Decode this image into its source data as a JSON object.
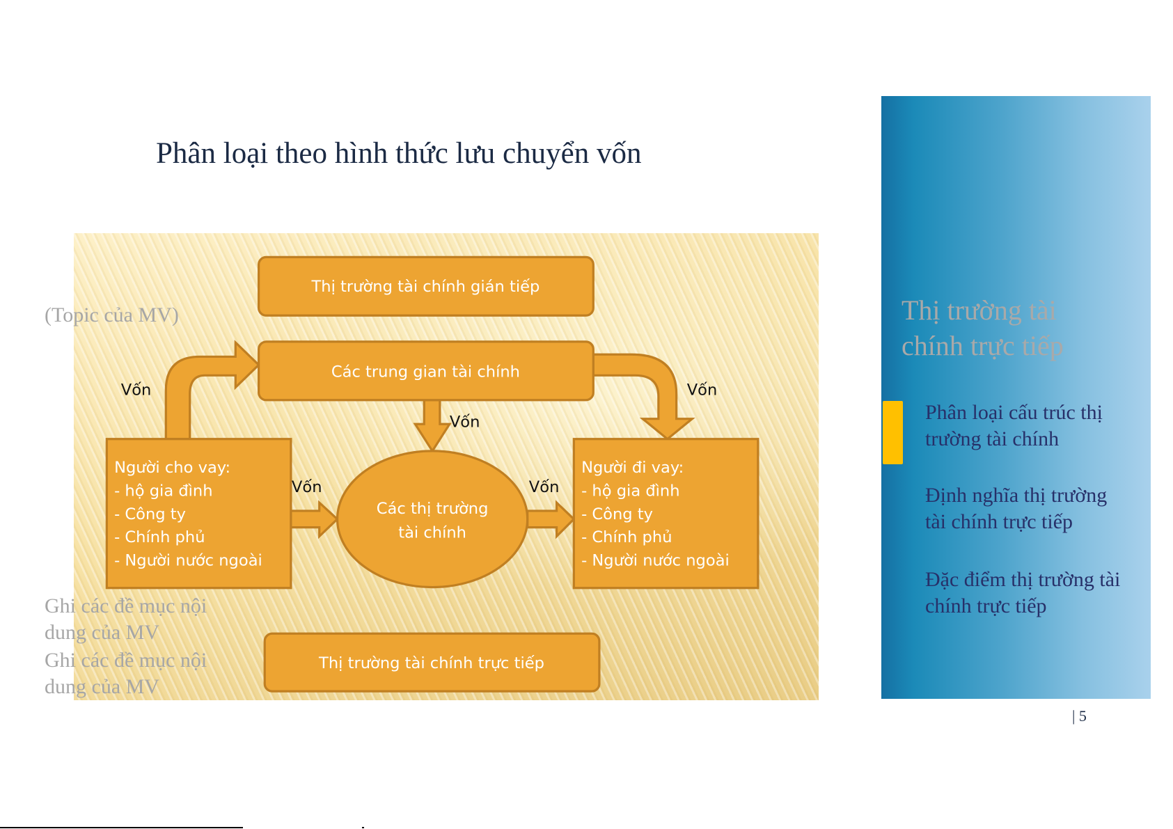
{
  "slide": {
    "title": "Phân loại theo hình thức lưu chuyển vốn",
    "ghost_topic": "(Topic của MV)",
    "ghost_notes": [
      {
        "line1": "Ghi các đề mục nội",
        "line2": "dung của MV"
      },
      {
        "line1": "Ghi các đề mục nội",
        "line2": "dung của MV"
      }
    ],
    "page_number": "| 5"
  },
  "diagram": {
    "indirect_market": "Thị trường tài chính gián tiếp",
    "intermediaries": "Các trung gian tài chính",
    "direct_market": "Thị trường tài chính trực tiếp",
    "markets_line1": "Các thị trường",
    "markets_line2": "tài chính",
    "lenders": {
      "heading": "Người cho vay:",
      "items": [
        "- hộ gia đình",
        "- Công ty",
        "- Chính phủ",
        "- Người nước ngoài"
      ]
    },
    "borrowers": {
      "heading": "Người đi vay:",
      "items": [
        "- hộ gia đình",
        "- Công ty",
        "- Chính phủ",
        "- Người nước ngoài"
      ]
    },
    "flow_label": "Vốn",
    "colors": {
      "box": "#eda432",
      "border": "#c07f22"
    }
  },
  "sidebar": {
    "title_line1": "Thị trường tài",
    "title_line2": "chính trực tiếp",
    "items": [
      {
        "line1": "Phân loại cấu trúc thị",
        "line2": "trường tài chính",
        "active": true
      },
      {
        "line1": "Định nghĩa thị trường",
        "line2": "tài chính trực tiếp",
        "active": false
      },
      {
        "line1": "Đặc điểm thị trường tài",
        "line2": "chính trực tiếp",
        "active": false
      }
    ],
    "accent_color": "#ffc000"
  }
}
